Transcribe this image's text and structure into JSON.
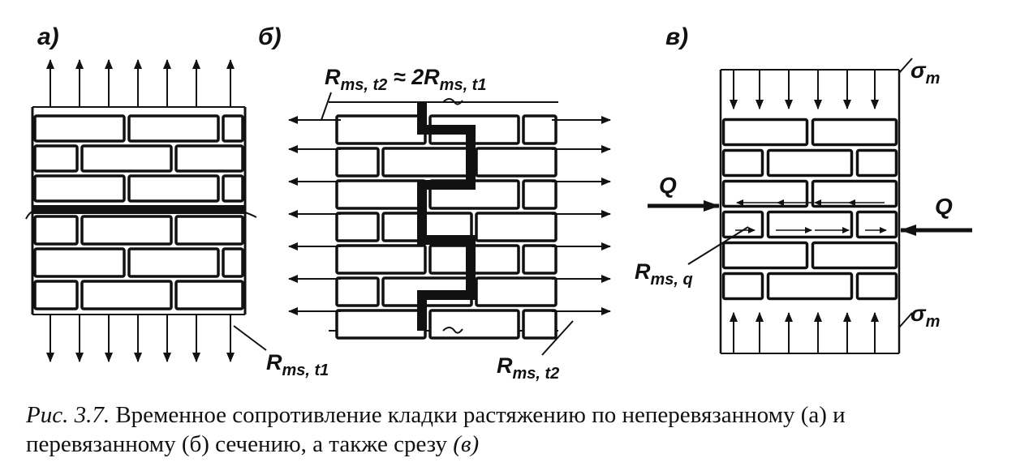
{
  "panels": {
    "a": {
      "label": "а)",
      "annotations": {
        "r_t1": {
          "main": "R",
          "sub": "ms, t1"
        }
      }
    },
    "b": {
      "label": "б)",
      "annotations": {
        "top_main": "R",
        "top_sub": "ms, t2",
        "top_rel": " ≈ 2R",
        "top_sub2": "ms, t1",
        "r_t2": {
          "main": "R",
          "sub": "ms, t2"
        }
      }
    },
    "v": {
      "label": "в)",
      "annotations": {
        "sigma_top": {
          "main": "σ",
          "sub": "m"
        },
        "sigma_bottom": {
          "main": "σ",
          "sub": "m"
        },
        "q_left": "Q",
        "q_right": "Q",
        "r_q": {
          "main": "R",
          "sub": "ms, q"
        }
      }
    }
  },
  "caption": {
    "label": "Рис. 3.7.",
    "text": " Временное сопротивление кладки растяжению по неперевязанному (а) и перевязанному (б) сечению, а также срезу ",
    "suffix": "(в)"
  }
}
